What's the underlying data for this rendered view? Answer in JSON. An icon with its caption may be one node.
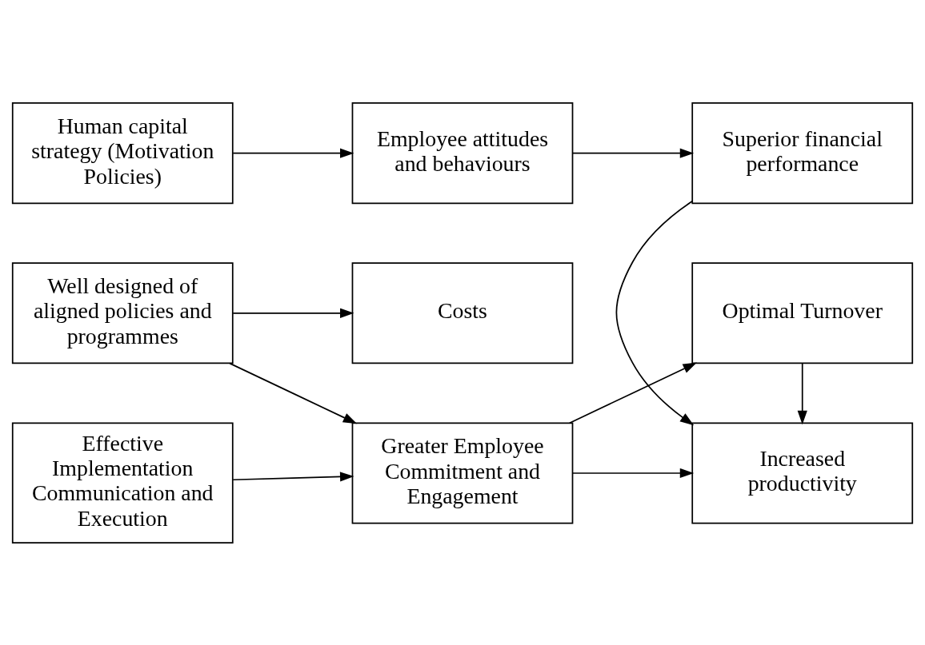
{
  "diagram": {
    "nodes": [
      {
        "text": [
          "Human capital strategy (Motivation Policies)"
        ]
      },
      {
        "text": [
          "Employee attitudes and behaviours"
        ]
      },
      {
        "text": [
          "Superior financial performance"
        ]
      },
      {
        "text": [
          "Well designed of aligned policies and programmes"
        ]
      },
      {
        "text": [
          "Costs"
        ]
      },
      {
        "text": [
          "Greater Employee Commitment and Engagement"
        ]
      },
      {
        "text": [
          "Increased productivity"
        ]
      },
      {
        "text": [
          "Effective Implementation Communication and Execution"
        ]
      },
      {
        "text": [
          "Optimal Turnover"
        ]
      }
    ],
    "edges": [
      {
        "from": 0,
        "to": 1,
        "arrow": "to"
      },
      {
        "from": 1,
        "to": 2,
        "arrow": "to"
      },
      {
        "from": 2,
        "to": 6,
        "arrow": "to"
      },
      {
        "from": 3,
        "to": 4,
        "arrow": "to"
      },
      {
        "from": 3,
        "to": 5,
        "arrow": "to"
      },
      {
        "from": 5,
        "to": 6,
        "arrow": "to"
      },
      {
        "from": 7,
        "to": 5,
        "arrow": "to"
      },
      {
        "from": 5,
        "to": 8,
        "arrow": "to"
      },
      {
        "from": 8,
        "to": 6,
        "arrow": "to"
      }
    ]
  }
}
